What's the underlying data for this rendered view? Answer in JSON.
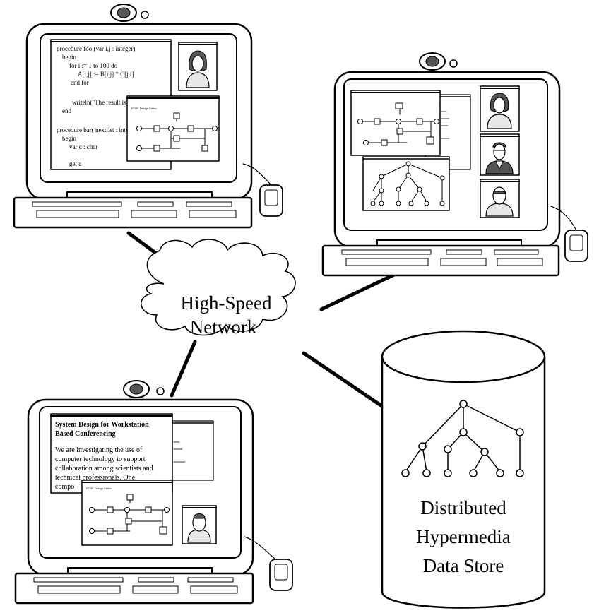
{
  "network": {
    "line1": "High-Speed",
    "line2": "Network"
  },
  "datastore": {
    "line1": "Distributed",
    "line2": "Hypermedia",
    "line3": "Data Store"
  },
  "workstation_top_left": {
    "code_lines": [
      "procedure foo (var i,j : integer)",
      "begin",
      "for i := 1 to 100 do",
      "A[i,j] := B[i,j] * C[j,i]",
      "end for",
      "writeln(\"The result is \"",
      "end",
      "procedure bar( nextlist : integ",
      "begin",
      "var c : char",
      "get c"
    ],
    "diagram_window_title": "ETNE Design Editor"
  },
  "workstation_bottom_left": {
    "doc_title_lines": [
      "System Design for Workstation",
      "Based Conferencing"
    ],
    "doc_body_lines": [
      "We are investigating the use of",
      "computer technology to support",
      "collaboration among scientists and",
      "technical professionals.  One",
      "compo"
    ],
    "diagram_window_title": "ETNE Design Editor"
  }
}
